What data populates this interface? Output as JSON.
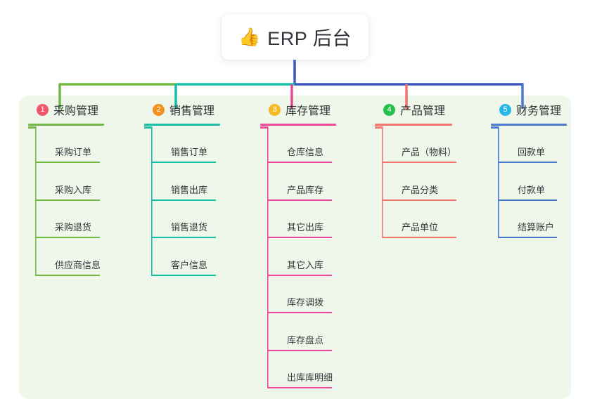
{
  "diagram": {
    "title": "ERP 后台",
    "root_icon": "thumbs-up-icon",
    "root_emoji": "👍",
    "panel_color": "#eef7e9",
    "background_color": "#ffffff",
    "trunk_color": "#3f56c0"
  },
  "columns": [
    {
      "number": "1",
      "title": "采购管理",
      "badge_color": "#f2566a",
      "line_color": "#72b944",
      "items": [
        "采购订单",
        "采购入库",
        "采购退货",
        "供应商信息"
      ]
    },
    {
      "number": "2",
      "title": "销售管理",
      "badge_color": "#f4911e",
      "line_color": "#18bfa5",
      "items": [
        "销售订单",
        "销售出库",
        "销售退货",
        "客户信息"
      ]
    },
    {
      "number": "3",
      "title": "库存管理",
      "badge_color": "#f6bb23",
      "line_color": "#ec4899",
      "items": [
        "仓库信息",
        "产品库存",
        "其它出库",
        "其它入库",
        "库存调拨",
        "库存盘点",
        "出库库明细"
      ]
    },
    {
      "number": "4",
      "title": "产品管理",
      "badge_color": "#27c04f",
      "line_color": "#f4736f",
      "items": [
        "产品（物料）",
        "产品分类",
        "产品单位"
      ]
    },
    {
      "number": "5",
      "title": "财务管理",
      "badge_color": "#29b6e8",
      "line_color": "#4a79cf",
      "items": [
        "回款单",
        "付款单",
        "结算账户"
      ]
    }
  ]
}
